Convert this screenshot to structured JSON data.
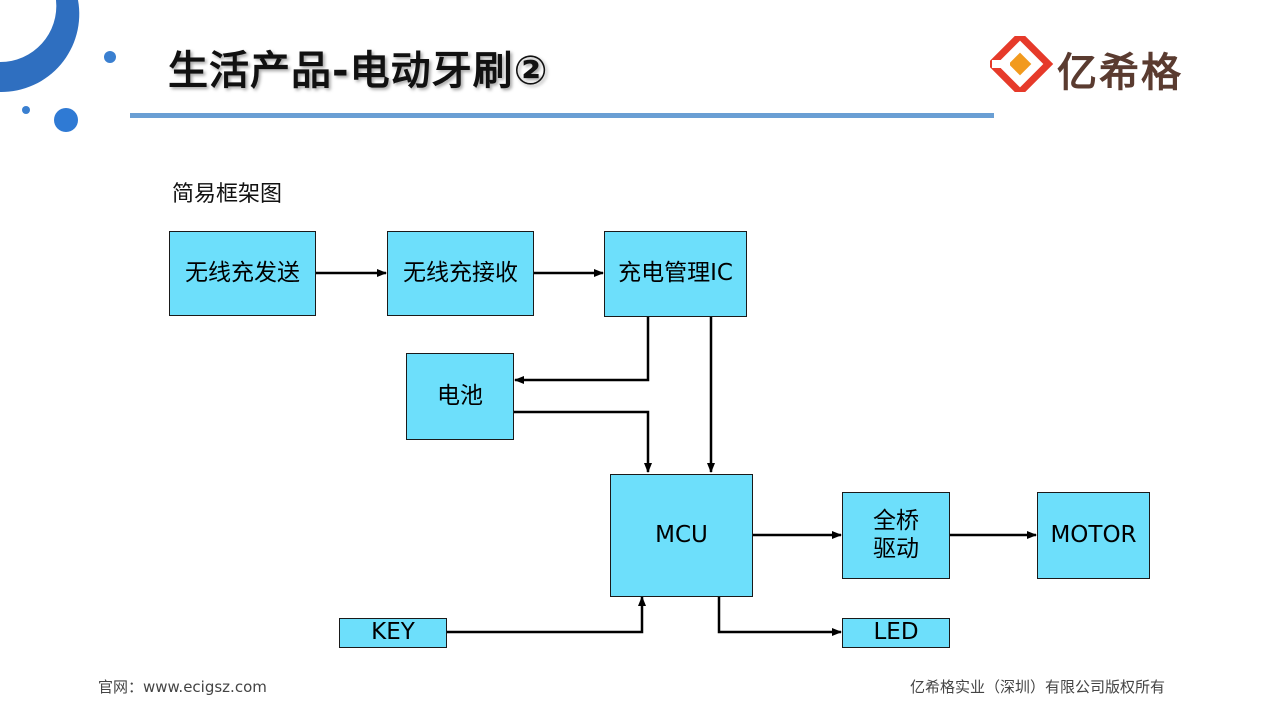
{
  "header": {
    "title": "生活产品-电动牙刷②",
    "brand_name": "亿希格",
    "accent_color": "#6a9fd4",
    "logo_colors": [
      "#e63a2a",
      "#f29a1e"
    ]
  },
  "diagram": {
    "caption": "简易框架图",
    "node_color": "#6ddffb",
    "nodes": {
      "wireless_tx": "无线充发送",
      "wireless_rx": "无线充接收",
      "charge_ic": "充电管理IC",
      "battery": "电池",
      "mcu": "MCU",
      "bridge_driver": "全桥\n驱动",
      "motor": "MOTOR",
      "key": "KEY",
      "led": "LED"
    },
    "edges": [
      {
        "from": "无线充发送",
        "to": "无线充接收"
      },
      {
        "from": "无线充接收",
        "to": "充电管理IC"
      },
      {
        "from": "充电管理IC",
        "to": "电池"
      },
      {
        "from": "电池",
        "to": "MCU"
      },
      {
        "from": "充电管理IC",
        "to": "MCU"
      },
      {
        "from": "MCU",
        "to": "全桥\n驱动"
      },
      {
        "from": "全桥\n驱动",
        "to": "MOTOR"
      },
      {
        "from": "KEY",
        "to": "MCU"
      },
      {
        "from": "MCU",
        "to": "LED"
      }
    ]
  },
  "footer": {
    "website": "官网：www.ecigsz.com",
    "copyright": "亿希格实业（深圳）有限公司版权所有"
  }
}
